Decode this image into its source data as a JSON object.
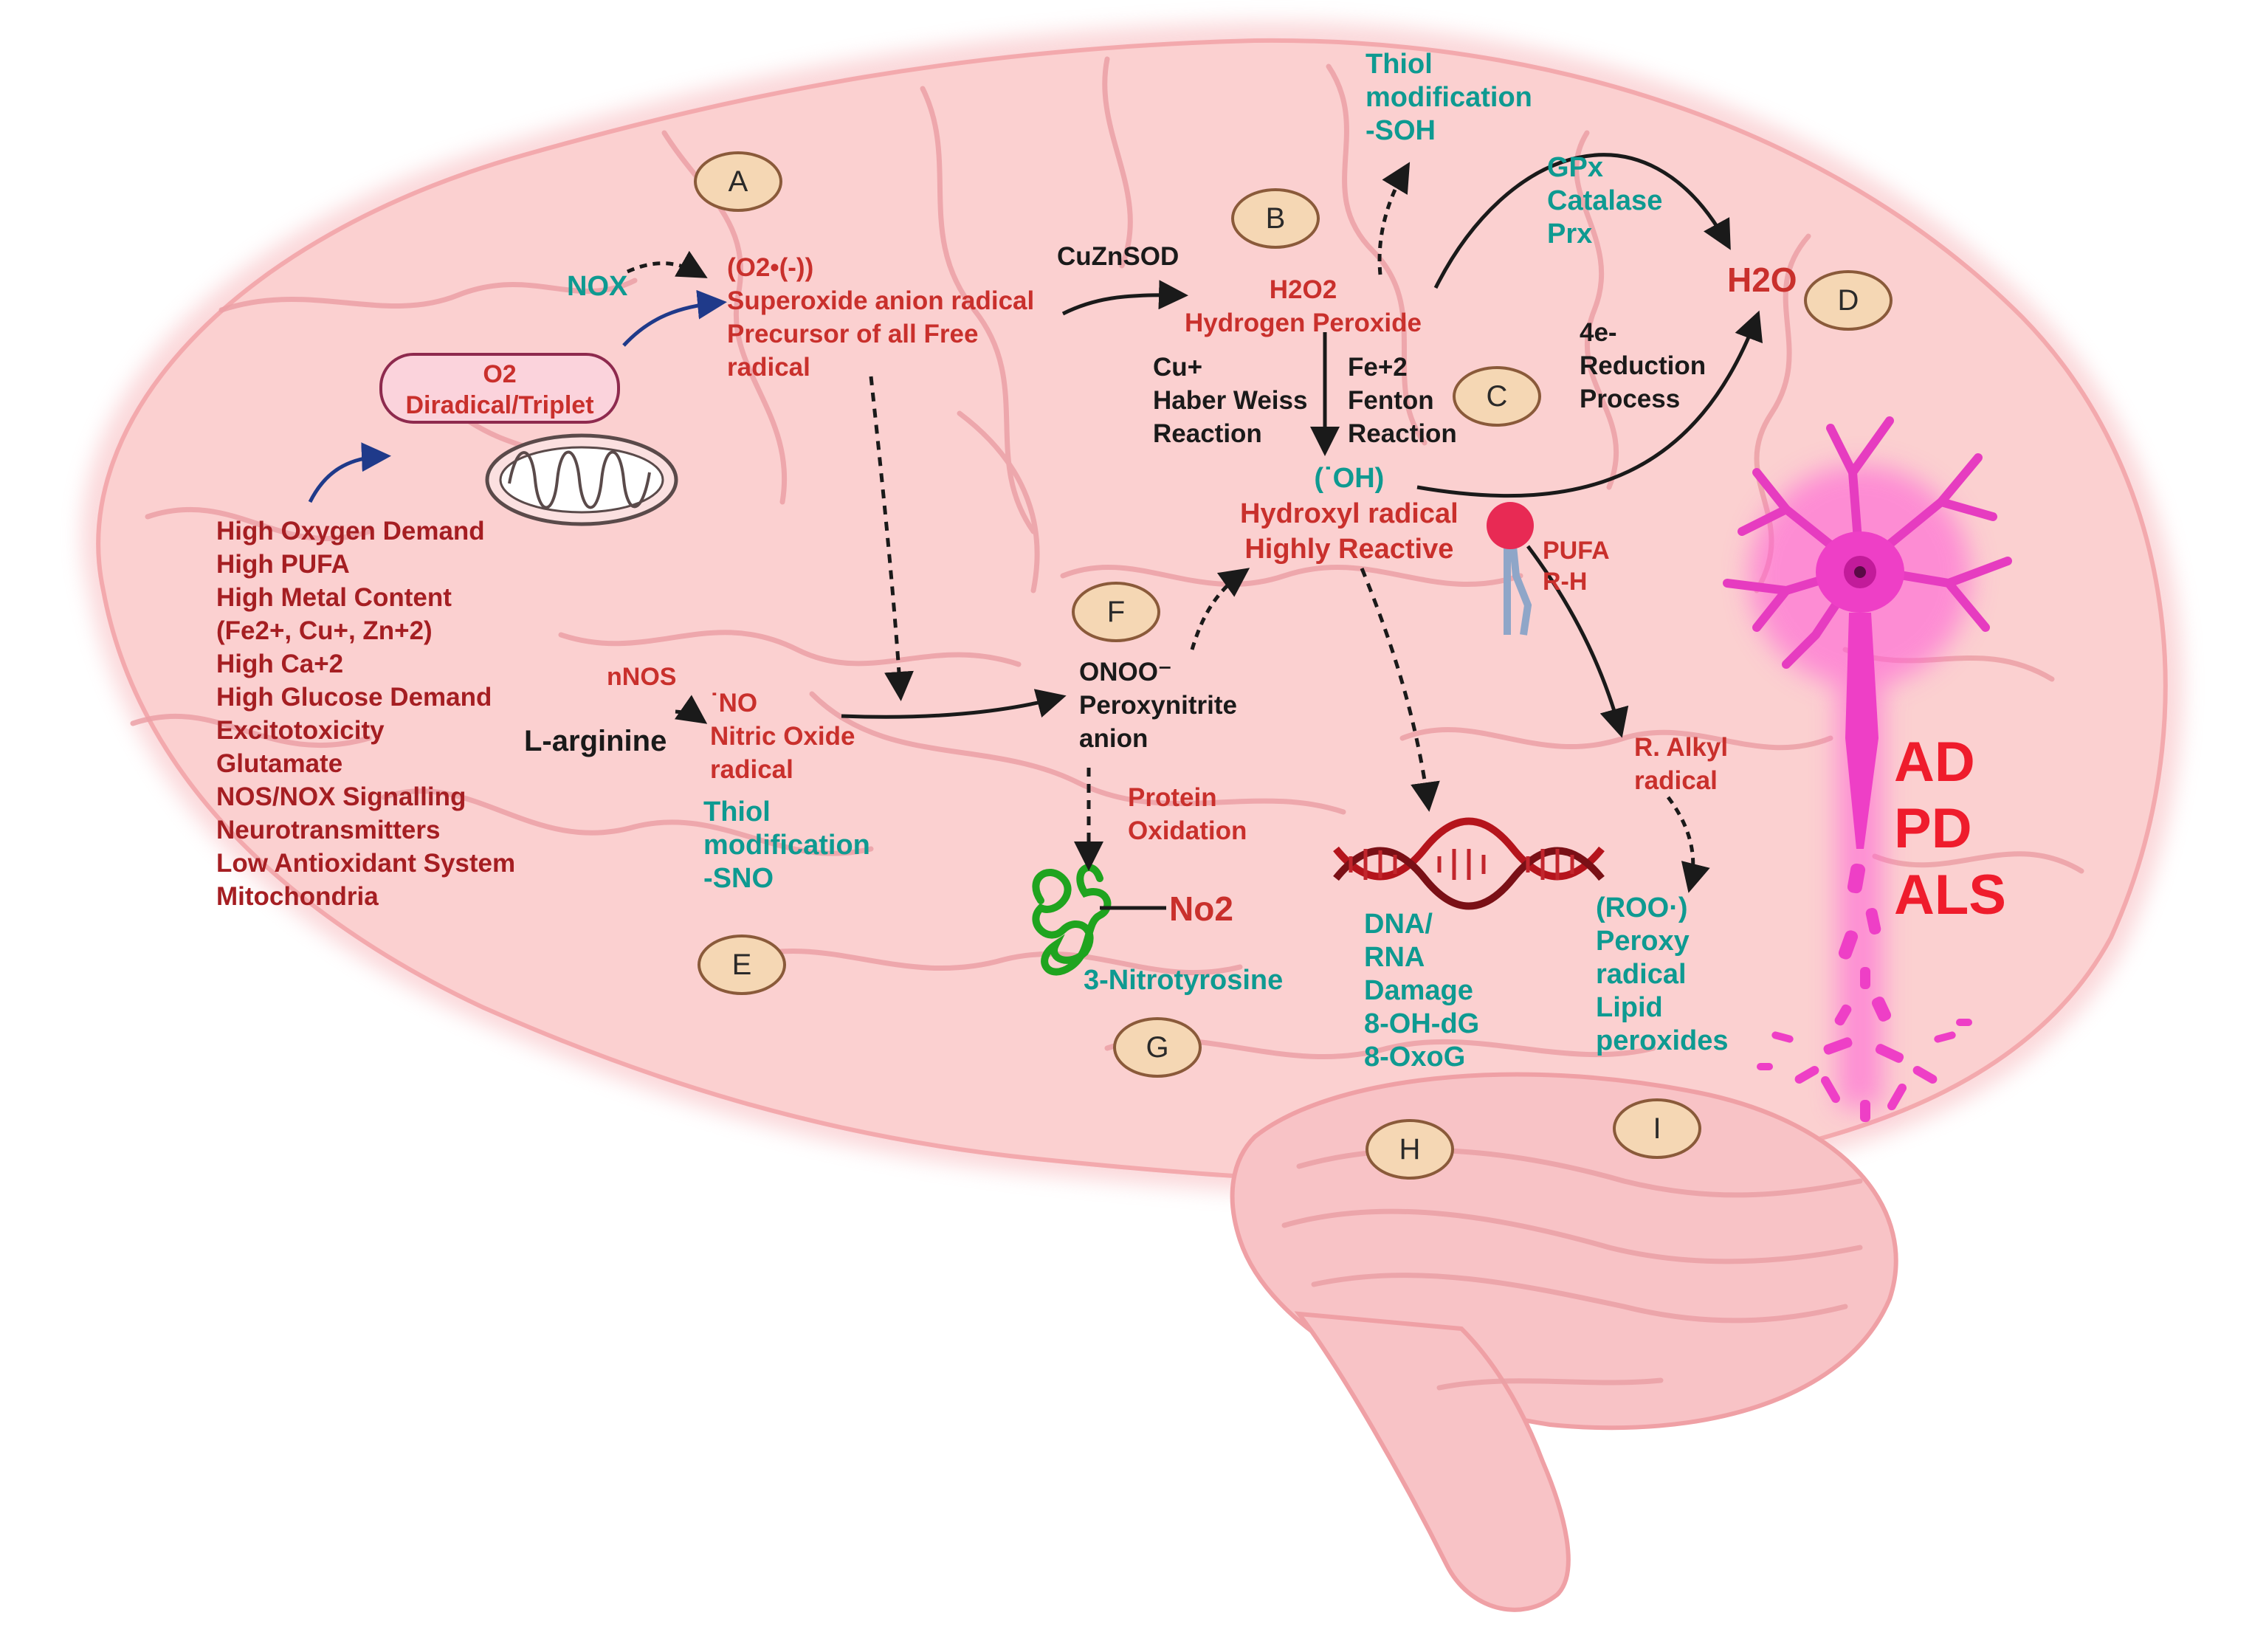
{
  "risk_factors": [
    "High Oxygen Demand",
    "High PUFA",
    "High Metal Content",
    "(Fe2+, Cu+, Zn+2)",
    "High Ca+2",
    "High Glucose Demand",
    "Excitotoxicity",
    "Glutamate",
    "NOS/NOX Signalling",
    "Neurotransmitters",
    "Low Antioxidant System",
    "Mitochondria"
  ],
  "o2": {
    "line1": "O2",
    "line2": "Diradical/Triplet"
  },
  "nox": "NOX",
  "superoxide": {
    "line1": "(O2•(-))",
    "line2": "Superoxide anion radical",
    "line3": "Precursor of all Free",
    "line4": "radical"
  },
  "cuznsod": "CuZnSOD",
  "h2o2": {
    "line1": "H2O2",
    "line2": "Hydrogen Peroxide"
  },
  "thiol_soh": {
    "line1": "Thiol",
    "line2": "modification",
    "line3": "-SOH"
  },
  "enzymes": {
    "line1": "GPx",
    "line2": "Catalase",
    "line3": "Prx"
  },
  "h2o": "H2O",
  "haber_weiss": {
    "line1": "Cu+",
    "line2": "Haber Weiss",
    "line3": "Reaction"
  },
  "fenton": {
    "line1": "Fe+2",
    "line2": "Fenton",
    "line3": "Reaction"
  },
  "reduction": {
    "line1": "4e-",
    "line2": "Reduction",
    "line3": "Process"
  },
  "hydroxyl": {
    "line1": "(˙OH)",
    "line2": "Hydroxyl radical",
    "line3": "Highly Reactive"
  },
  "pufa": {
    "line1": "PUFA",
    "line2": "R-H"
  },
  "alkyl": {
    "line1": "R. Alkyl",
    "line2": "radical"
  },
  "nnos": "nNOS",
  "larginine": "L-arginine",
  "no": {
    "line1": "˙NO",
    "line2": "Nitric Oxide",
    "line3": "radical"
  },
  "thiol_sno": {
    "line1": "Thiol",
    "line2": "modification",
    "line3": "-SNO"
  },
  "peroxynitrite": {
    "line1": "ONOO⁻",
    "line2": "Peroxynitrite",
    "line3": "anion"
  },
  "protein_ox": {
    "line1": "Protein",
    "line2": "Oxidation"
  },
  "no2": "No2",
  "nitrotyrosine": "3-Nitrotyrosine",
  "dna": {
    "line1": "DNA/",
    "line2": "RNA",
    "line3": "Damage",
    "line4": "8-OH-dG",
    "line5": "8-OxoG"
  },
  "peroxy": {
    "line1": "(ROO·)",
    "line2": "Peroxy",
    "line3": "radical",
    "line4": "Lipid",
    "line5": "peroxides"
  },
  "diseases": [
    "AD",
    "PD",
    "ALS"
  ],
  "badges": [
    "A",
    "B",
    "C",
    "D",
    "E",
    "F",
    "G",
    "H",
    "I"
  ],
  "colors": {
    "red_text": "#c9302c",
    "dark_red_text": "#a51e22",
    "teal_text": "#0e9a91",
    "brain_fill": "#fbd0d0",
    "badge_fill": "#f5d7b4",
    "neuron": "#ef3fc8",
    "disease_red": "#ef1c2c"
  }
}
